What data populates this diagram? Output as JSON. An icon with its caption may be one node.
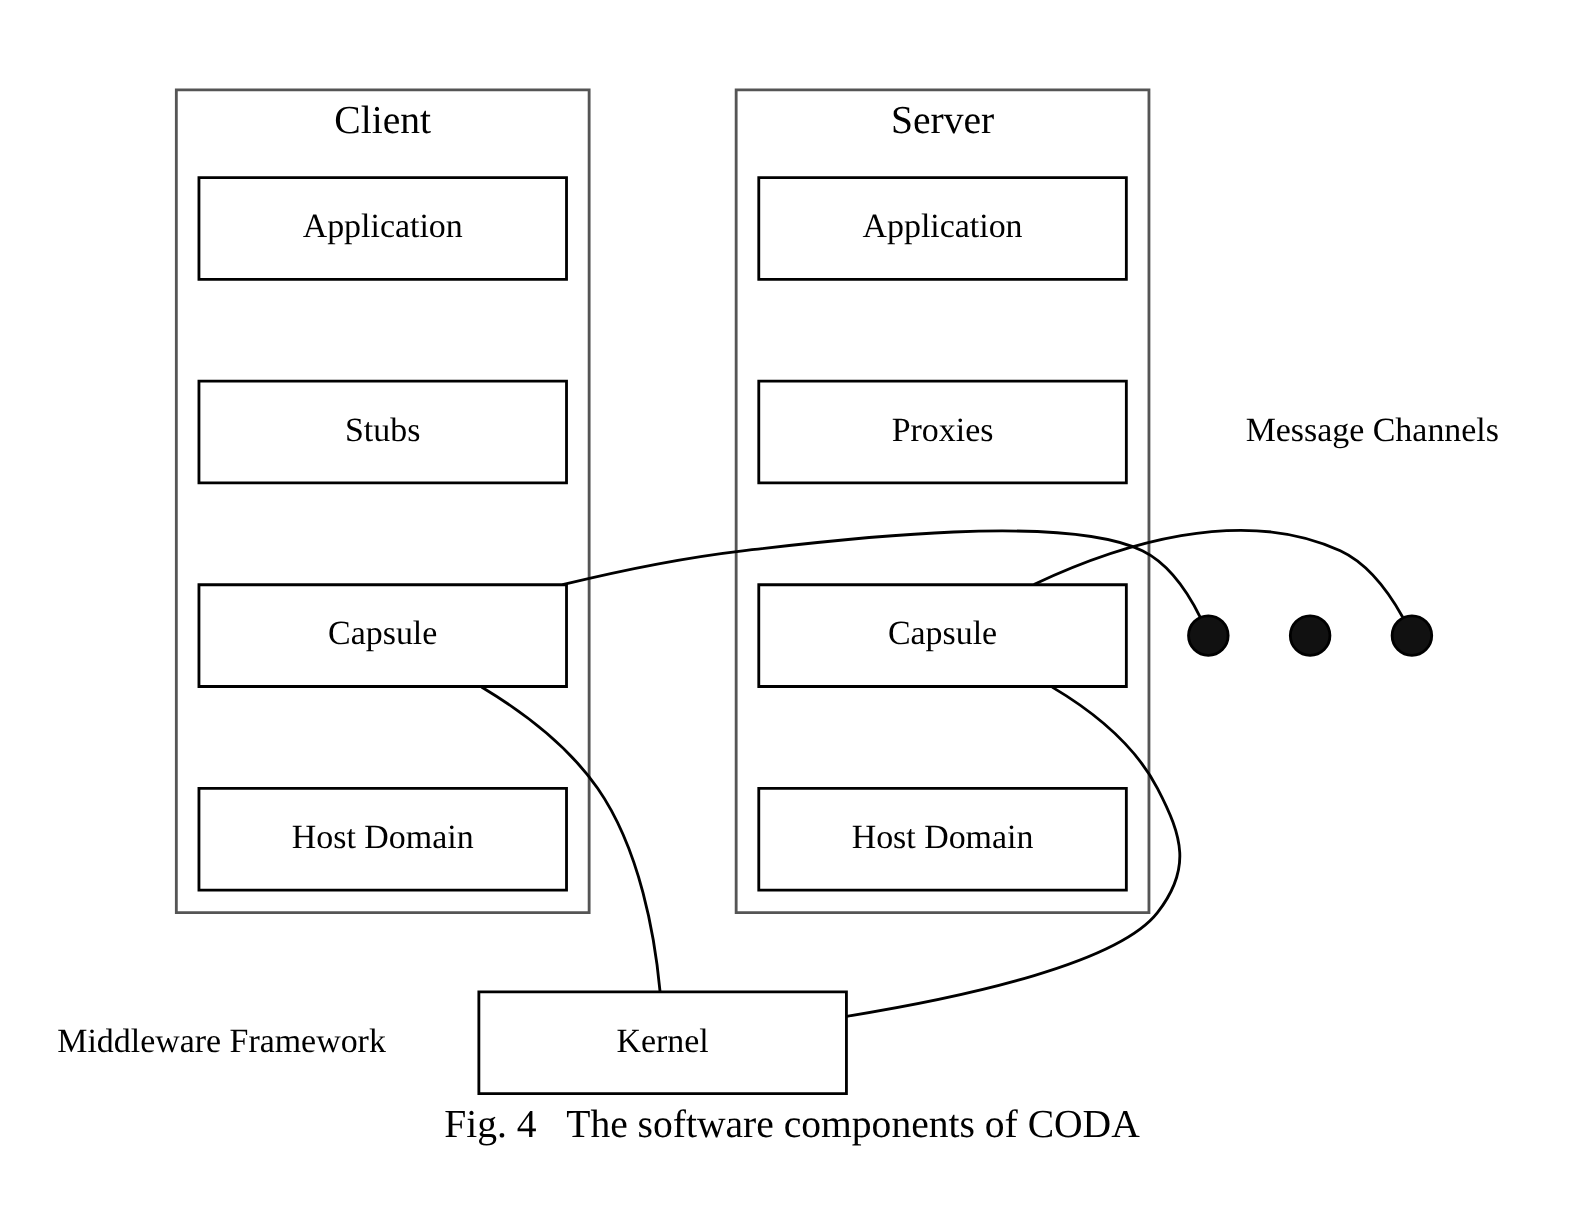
{
  "diagram": {
    "caption": "Fig. 4   The software components of CODA",
    "nodes": [
      {
        "text": [
          "Client"
        ]
      },
      {
        "text": [
          "Application"
        ],
        "in": 0
      },
      {
        "text": [
          "Stubs"
        ],
        "in": 0
      },
      {
        "text": [
          "Capsule"
        ],
        "in": 0
      },
      {
        "text": [
          "Host Domain"
        ],
        "in": 0
      },
      {
        "text": [
          "Server"
        ]
      },
      {
        "text": [
          "Application"
        ],
        "in": 5
      },
      {
        "text": [
          "Proxies"
        ],
        "in": 5
      },
      {
        "text": [
          "Capsule"
        ],
        "in": 5
      },
      {
        "text": [
          "Host Domain"
        ],
        "in": 5
      },
      {
        "text": [
          "Kernel"
        ]
      },
      {
        "text": [],
        "shape": "circle"
      },
      {
        "text": [],
        "shape": "circle"
      },
      {
        "text": [],
        "shape": "circle"
      }
    ],
    "edges": [
      {
        "from": 3,
        "to": 11,
        "arrow": "none"
      },
      {
        "from": 13,
        "to": 8,
        "arrow": "none"
      },
      {
        "from": 3,
        "to": 10,
        "arrow": "none"
      },
      {
        "from": 8,
        "to": 10,
        "arrow": "none"
      }
    ],
    "labels": [
      "Message Channels",
      "Middleware Framework"
    ]
  }
}
